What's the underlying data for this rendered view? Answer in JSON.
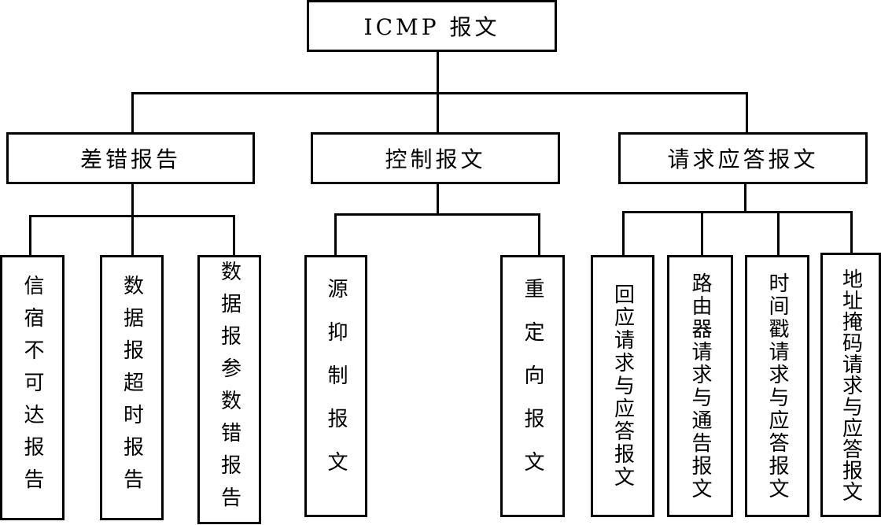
{
  "root": {
    "label": "ICMP 报文"
  },
  "categories": [
    {
      "label": "差错报告",
      "children": [
        "信宿不可达报告",
        "数据报超时报告",
        "数据报参数错报告"
      ]
    },
    {
      "label": "控制报文",
      "children": [
        "源抑制报文",
        "重定向报文"
      ]
    },
    {
      "label": "请求应答报文",
      "children": [
        "回应请求与应答报文",
        "路由器请求与通告报文",
        "时间戳请求与应答报文",
        "地址掩码请求与应答报文"
      ]
    }
  ]
}
